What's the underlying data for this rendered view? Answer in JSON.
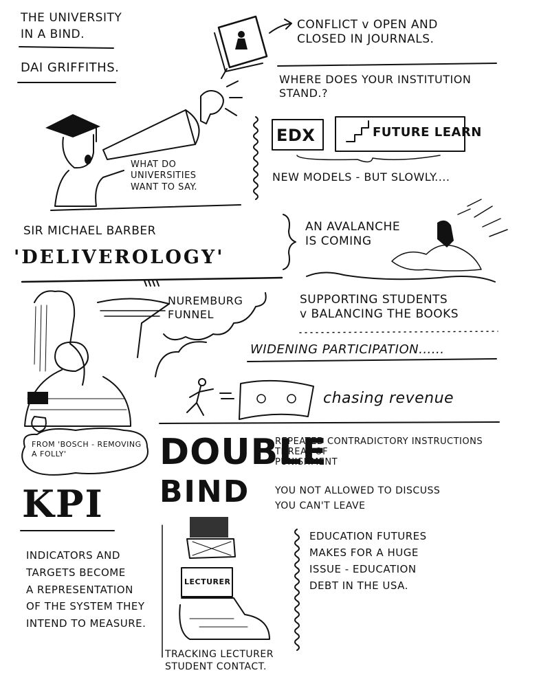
{
  "header": {
    "title_line1": "THE UNIVERSITY",
    "title_line2": "IN A BIND.",
    "speaker": "DAI GRIFFITHS."
  },
  "journals": {
    "note": "CONFLICT v OPEN AND\nCLOSED IN JOURNALS."
  },
  "institution": {
    "question": "WHERE DOES YOUR INSTITUTION\nSTAND.?",
    "box_left": "EDX",
    "box_right": "FUTURE LEARN",
    "new_models": "NEW MODELS - BUT SLOWLY...."
  },
  "universities": {
    "caption": "WHAT DO\nUNIVERSITIES\nWANT TO SAY."
  },
  "barber": {
    "name": "SIR MICHAEL BARBER",
    "word": "'DELIVEROLOGY'"
  },
  "avalanche": {
    "text": "AN AVALANCHE\nIS COMING"
  },
  "nuremberg": {
    "text": "NUREMBURG\nFUNNEL"
  },
  "students": {
    "text": "SUPPORTING STUDENTS\nv BALANCING THE BOOKS"
  },
  "widening": {
    "text": "WIDENING PARTICIPATION......"
  },
  "revenue": {
    "text": "chasing revenue"
  },
  "bosch": {
    "caption": "FROM 'BOSCH - REMOVING\nA FOLLY'"
  },
  "double_bind": {
    "word1": "DOUBLE",
    "word2": "BIND",
    "rules": "REPEATED CONTRADICTORY INSTRUCTIONS\nTHREAT OF\nPUNISHMENT",
    "rules2": "YOU NOT ALLOWED TO DISCUSS\nYOU CAN'T LEAVE"
  },
  "kpi": {
    "word": "KPI",
    "text": "INDICATORS AND\nTARGETS BECOME\nA REPRESENTATION\nOF THE SYSTEM THEY\nINTEND TO MEASURE."
  },
  "lecturer": {
    "label": "LECTURER",
    "caption": "TRACKING LECTURER\nSTUDENT CONTACT."
  },
  "education": {
    "text": "EDUCATION FUTURES\nMAKES FOR A HUGE\nISSUE - EDUCATION\nDEBT IN THE USA."
  }
}
